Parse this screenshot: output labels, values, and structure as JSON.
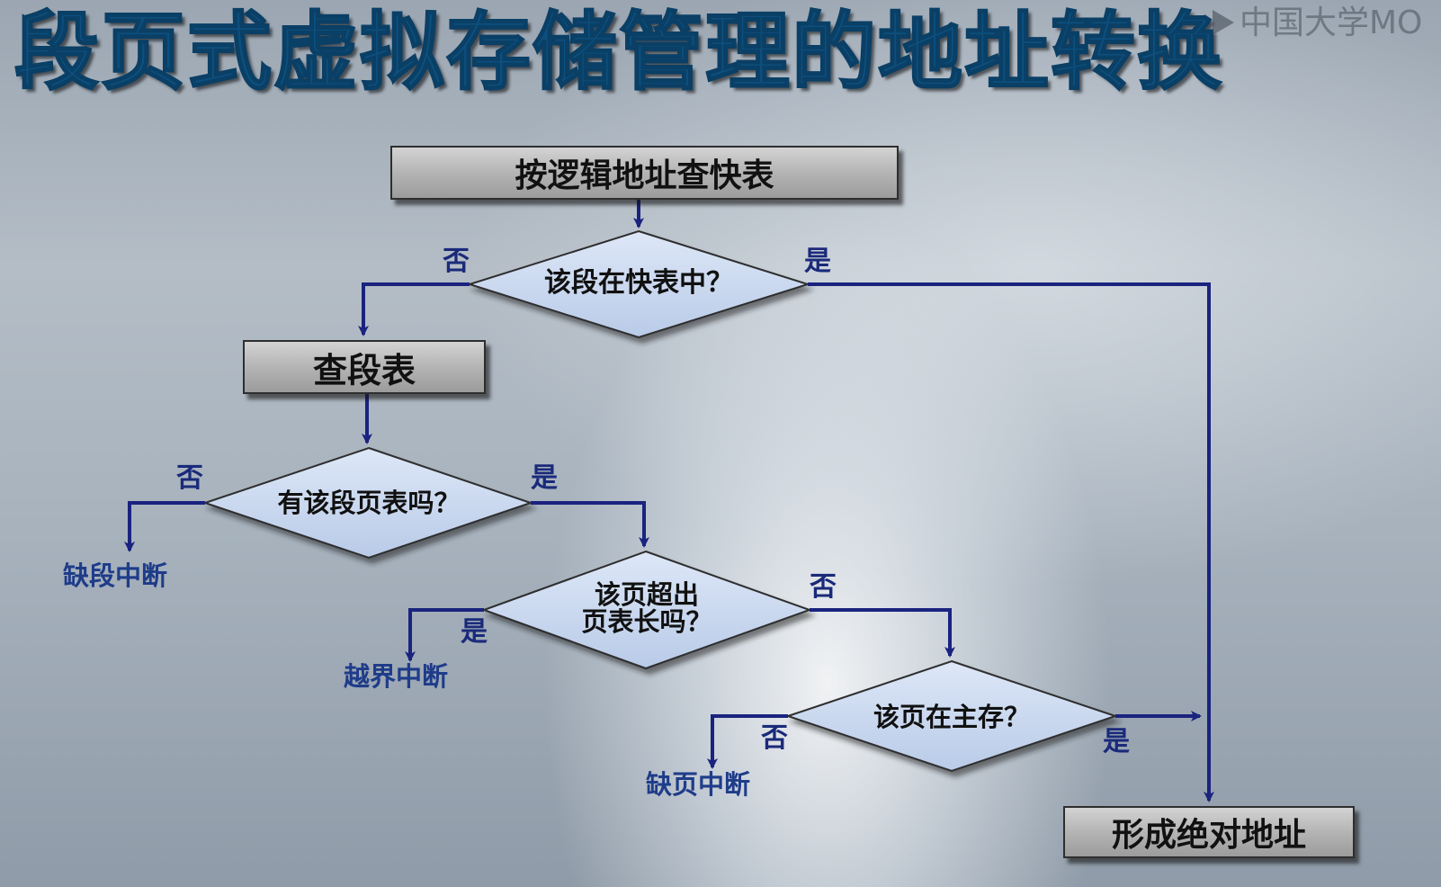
{
  "title": "段页式虚拟存储管理的地址转换",
  "watermark": "中国大学MO",
  "colors": {
    "title": "#0d4f7d",
    "arrow": "#1a237e",
    "diamond_fill": "#c9d8ef",
    "box_fill": "#b4b4b4",
    "label": "#1a2a7a"
  },
  "flow": {
    "start_box": "按逻辑地址查快表",
    "decision_tlb": "该段在快表中？",
    "seg_table_box": "查段表",
    "decision_page_table": "有该段页表吗？",
    "decision_page_len_line1": "该页超出",
    "decision_page_len_line2": "页表长吗？",
    "decision_in_memory": "该页在主存？",
    "final_box": "形成绝对地址",
    "interrupt_seg_fault": "缺段中断",
    "interrupt_out_of_bounds": "越界中断",
    "interrupt_page_fault": "缺页中断",
    "yes_label": "是",
    "no_label": "否"
  }
}
